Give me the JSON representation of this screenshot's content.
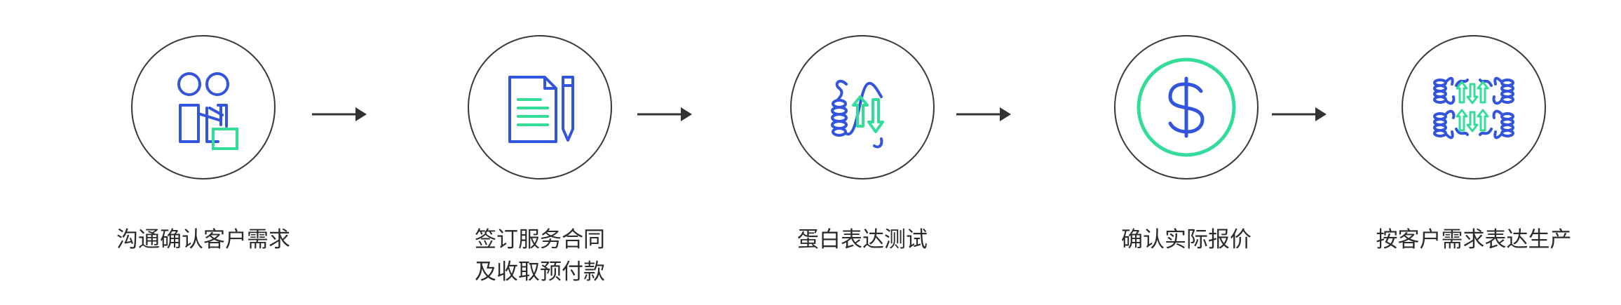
{
  "steps": [
    {
      "label": "沟通确认客户需求",
      "icon": "handshake-icon"
    },
    {
      "label_line1": "签订服务合同",
      "label_line2": "及收取预付款",
      "icon": "contract-pen-icon"
    },
    {
      "label": "蛋白表达测试",
      "icon": "protein-expression-icon"
    },
    {
      "label": "确认实际报价",
      "icon": "dollar-icon"
    },
    {
      "label": "按客户需求表达生产",
      "icon": "protein-production-icon"
    }
  ],
  "colors": {
    "outline": "#3b3b3b",
    "blue": "#3355dd",
    "green": "#33dd99",
    "text": "#2b2b2b"
  }
}
